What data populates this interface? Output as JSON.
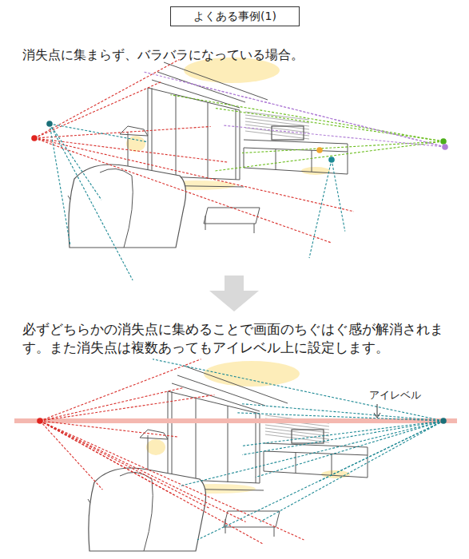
{
  "diagram": {
    "title": "よくある事例(1)",
    "labels": [
      "消失点に集まらず、バラバラになっている場合。",
      "必ずどちらかの消失点に集めることで画面のちぐはぐ感が解消されます。また消失点は複数あってもアイレベル上に設定します。",
      "アイレベル"
    ]
  }
}
